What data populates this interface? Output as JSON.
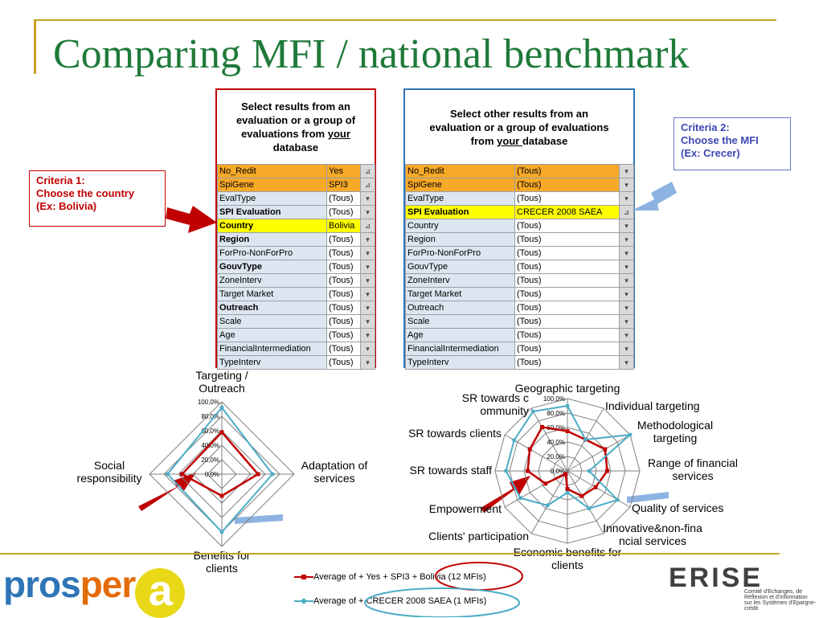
{
  "slide": {
    "title": "Comparing MFI / national benchmark"
  },
  "left_panel": {
    "heading_line1": "Select results from an",
    "heading_line2": "evaluation or a group of",
    "heading_line3a": "evaluations from ",
    "heading_line3b": "your",
    "heading_line4": "database",
    "rows": [
      {
        "name": "No_Redit",
        "value": "Yes",
        "style": "orange",
        "bold": false,
        "filtered": true
      },
      {
        "name": "SpiGene",
        "value": "SPI3",
        "style": "orange",
        "bold": false,
        "filtered": true
      },
      {
        "name": "EvalType",
        "value": "(Tous)",
        "style": "",
        "bold": false,
        "filtered": false
      },
      {
        "name": "SPI Evaluation",
        "value": "(Tous)",
        "style": "",
        "bold": true,
        "filtered": false
      },
      {
        "name": "Country",
        "value": "Bolivia",
        "style": "yellow",
        "bold": true,
        "filtered": true
      },
      {
        "name": "Region",
        "value": "(Tous)",
        "style": "",
        "bold": true,
        "filtered": false
      },
      {
        "name": "ForPro-NonForPro",
        "value": "(Tous)",
        "style": "",
        "bold": false,
        "filtered": false
      },
      {
        "name": "GouvType",
        "value": "(Tous)",
        "style": "",
        "bold": true,
        "filtered": false
      },
      {
        "name": "ZoneInterv",
        "value": "(Tous)",
        "style": "",
        "bold": false,
        "filtered": false
      },
      {
        "name": "Target Market",
        "value": "(Tous)",
        "style": "",
        "bold": false,
        "filtered": false
      },
      {
        "name": "Outreach",
        "value": "(Tous)",
        "style": "",
        "bold": true,
        "filtered": false
      },
      {
        "name": "Scale",
        "value": "(Tous)",
        "style": "",
        "bold": false,
        "filtered": false
      },
      {
        "name": "Age",
        "value": "(Tous)",
        "style": "",
        "bold": false,
        "filtered": false
      },
      {
        "name": "FinancialIntermediation",
        "value": "(Tous)",
        "style": "",
        "bold": false,
        "filtered": false
      },
      {
        "name": "TypeInterv",
        "value": "(Tous)",
        "style": "",
        "bold": false,
        "filtered": false
      }
    ]
  },
  "right_panel": {
    "heading_line1": "Select other results from an",
    "heading_line2": "evaluation or a group of evaluations",
    "heading_line3a": "from ",
    "heading_line3b": "your ",
    "heading_line3c": "database",
    "rows": [
      {
        "name": "No_Redit",
        "value": "(Tous)",
        "style": "orange",
        "bold": false,
        "filtered": false
      },
      {
        "name": "SpiGene",
        "value": "(Tous)",
        "style": "orange",
        "bold": false,
        "filtered": false
      },
      {
        "name": "EvalType",
        "value": "(Tous)",
        "style": "",
        "bold": false,
        "filtered": false
      },
      {
        "name": "SPI Evaluation",
        "value": "CRECER 2008 SAEA",
        "style": "yellow",
        "bold": true,
        "filtered": true
      },
      {
        "name": "Country",
        "value": "(Tous)",
        "style": "",
        "bold": false,
        "filtered": false
      },
      {
        "name": "Region",
        "value": "(Tous)",
        "style": "",
        "bold": false,
        "filtered": false
      },
      {
        "name": "ForPro-NonForPro",
        "value": "(Tous)",
        "style": "",
        "bold": false,
        "filtered": false
      },
      {
        "name": "GouvType",
        "value": "(Tous)",
        "style": "",
        "bold": false,
        "filtered": false
      },
      {
        "name": "ZoneInterv",
        "value": "(Tous)",
        "style": "",
        "bold": false,
        "filtered": false
      },
      {
        "name": "Target Market",
        "value": "(Tous)",
        "style": "",
        "bold": false,
        "filtered": false
      },
      {
        "name": "Outreach",
        "value": "(Tous)",
        "style": "",
        "bold": false,
        "filtered": false
      },
      {
        "name": "Scale",
        "value": "(Tous)",
        "style": "",
        "bold": false,
        "filtered": false
      },
      {
        "name": "Age",
        "value": "(Tous)",
        "style": "",
        "bold": false,
        "filtered": false
      },
      {
        "name": "FinancialIntermediation",
        "value": "(Tous)",
        "style": "",
        "bold": false,
        "filtered": false
      },
      {
        "name": "TypeInterv",
        "value": "(Tous)",
        "style": "",
        "bold": false,
        "filtered": false
      }
    ]
  },
  "criteria1": {
    "line1": "Criteria  1:",
    "line2": "Choose the country",
    "line3": "(Ex: Bolivia)"
  },
  "criteria2": {
    "line1": "Criteria 2:",
    "line2": "Choose the MFI",
    "line3": "(Ex: Crecer)"
  },
  "colors": {
    "series1": "#c00000",
    "series2": "#4bacc6",
    "title": "#1f7a3a",
    "rule": "#c9a227"
  },
  "chart_data": [
    {
      "type": "radar",
      "categories": [
        "Targeting / Outreach",
        "Adaptation of services",
        "Benefits for clients",
        "Social responsibility"
      ],
      "ticks": [
        "0,0%",
        "20,0%",
        "40,0%",
        "60,0%",
        "80,0%",
        "100,0%"
      ],
      "rmax": 100,
      "series": [
        {
          "name": "Average of + Yes + SPI3 + Bolivia (12 MFIs)",
          "values": [
            58,
            50,
            30,
            55
          ]
        },
        {
          "name": "Average of + CRECER 2008 SAEA (1 MFIs)",
          "values": [
            92,
            70,
            80,
            75
          ]
        }
      ]
    },
    {
      "type": "radar",
      "categories": [
        "Geographic targeting",
        "Individual targeting",
        "Methodological targeting",
        "Range of financial services",
        "Quality of services",
        "Innovative&non-financial services",
        "Economic benefits for clients",
        "Clients' participation",
        "Empowerment",
        "SR towards staff",
        "SR towards clients",
        "SR towards community"
      ],
      "ticks": [
        "0,0%",
        "20,0%",
        "40,0%",
        "60,0%",
        "80,0%",
        "100,0%"
      ],
      "rmax": 100,
      "series": [
        {
          "name": "Average of + Yes + SPI3 + Bolivia (12 MFIs)",
          "values": [
            55,
            50,
            60,
            55,
            45,
            40,
            25,
            5,
            35,
            55,
            60,
            70
          ]
        },
        {
          "name": "Average of + CRECER 2008 SAEA (1 MFIs)",
          "values": [
            90,
            50,
            100,
            30,
            80,
            60,
            30,
            55,
            75,
            85,
            85,
            95
          ]
        }
      ]
    }
  ],
  "legend": {
    "item1": "Average of + Yes + SPI3 + Bolivia (12 MFIs)",
    "item2": "Average of + CRECER 2008 SAEA (1 MFIs)"
  },
  "logos": {
    "prospera_a": "pros",
    "prospera_b": "per",
    "prospera_c": "a",
    "erise": "ERISE",
    "erise_sub1": "Comité d'Echanges, de Réflexion et d'information",
    "erise_sub2": "sur les Systèmes d'Epargne-crédit"
  }
}
